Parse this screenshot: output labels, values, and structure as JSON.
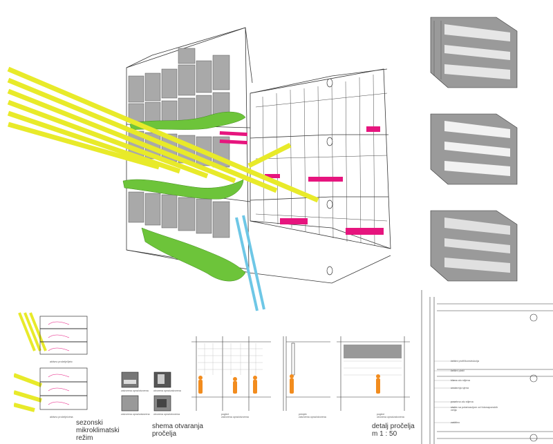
{
  "palette": {
    "sun": "#e8ea2a",
    "greenery": "#6dc43a",
    "accent": "#e6157e",
    "cool": "#6ec7e6",
    "figure": "#f28c1e",
    "panel": "#a9a9a9",
    "line": "#333333"
  },
  "sections": {
    "seasonal": {
      "caption_summer": "aktivno pročelje/ljeto",
      "caption_winter": "aktivno pročelje/zima",
      "title_lines": [
        "sezonski",
        "mikroklimatski",
        "režim"
      ]
    },
    "opening": {
      "captions": [
        "zatvorena opna/otvorena",
        "otvorena opna/zatvorena",
        "zatvorena opna/zatvorena",
        "otvorena opna/otvorena"
      ],
      "title_lines": [
        "shema otvaranja",
        "pročelja"
      ]
    },
    "views": {
      "caption_1_lines": [
        "pogled",
        "zatvorena opna/otvorena"
      ],
      "caption_2_lines": [
        "presjek",
        "zatvorena opna/otvorena"
      ],
      "caption_3_lines": [
        "pogled",
        "otvorena opna/zatvorena"
      ]
    },
    "detail": {
      "title_lines": [
        "detalj pročelja",
        "m 1 : 50"
      ],
      "labels": [
        "čelični profil/konstrukcija",
        "čelični plašt",
        "klizna alu stijena",
        "unutarnja sjena",
        "posebna alu stijena",
        "staklo sa polarizacijom od fotonaponskih ćelija",
        "zaštitno"
      ]
    }
  }
}
